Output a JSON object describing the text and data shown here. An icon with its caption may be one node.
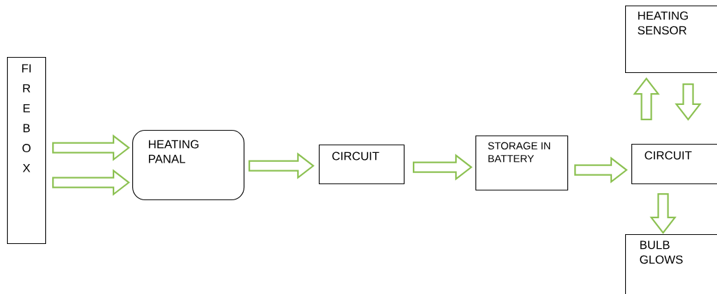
{
  "diagram": {
    "nodes": [
      {
        "text": [
          "FI R E B O X"
        ]
      },
      {
        "text": [
          "HEATING PANAL"
        ]
      },
      {
        "text": [
          "CIRCUIT"
        ]
      },
      {
        "text": [
          "STORAGE IN BATTERY"
        ]
      },
      {
        "text": [
          "CIRCUIT"
        ]
      },
      {
        "text": [
          "HEATING SENSOR"
        ]
      },
      {
        "text": [
          "BULB GLOWS"
        ]
      }
    ],
    "edges": [
      {
        "from": 0,
        "to": 1,
        "arrow": "to"
      },
      {
        "from": 0,
        "to": 1,
        "arrow": "to"
      },
      {
        "from": 1,
        "to": 2,
        "arrow": "to"
      },
      {
        "from": 2,
        "to": 3,
        "arrow": "to"
      },
      {
        "from": 3,
        "to": 4,
        "arrow": "to"
      },
      {
        "from": 4,
        "to": 5,
        "arrow": "to"
      },
      {
        "from": 5,
        "to": 4,
        "arrow": "to"
      },
      {
        "from": 4,
        "to": 6,
        "arrow": "to"
      }
    ]
  }
}
